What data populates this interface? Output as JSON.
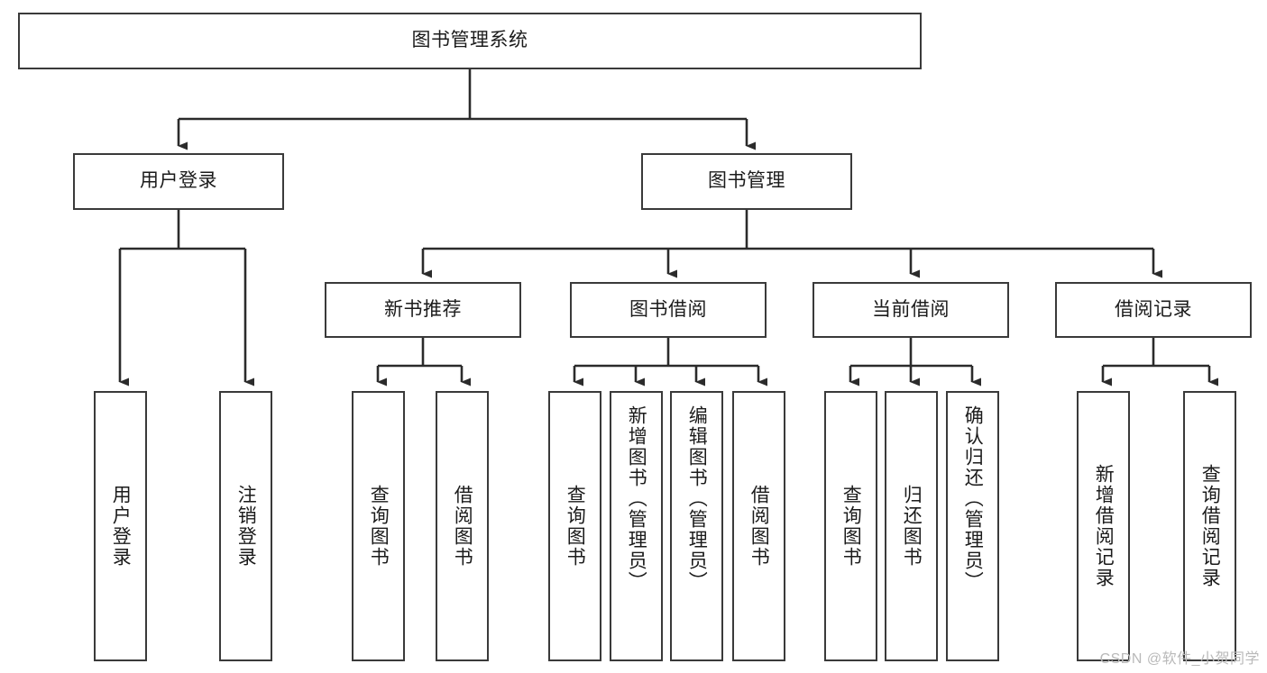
{
  "diagram": {
    "title": "图书管理系统",
    "type": "tree-hierarchy",
    "watermark": "CSDN @软件_小贺同学",
    "colors": {
      "box_border": "#3a3a3a",
      "box_fill": "#ffffff",
      "text": "#1b1b1b",
      "edge": "#2b2b2b",
      "watermark": "#b9b9b9"
    },
    "nodes": {
      "root": {
        "label": "图书管理系统"
      },
      "level2": [
        {
          "id": "user-login",
          "label": "用户登录"
        },
        {
          "id": "book-manage",
          "label": "图书管理"
        }
      ],
      "level3": [
        {
          "id": "new-book-recommend",
          "label": "新书推荐"
        },
        {
          "id": "book-borrow",
          "label": "图书借阅"
        },
        {
          "id": "current-borrow",
          "label": "当前借阅"
        },
        {
          "id": "borrow-record",
          "label": "借阅记录"
        }
      ],
      "leaves": {
        "user_login": [
          {
            "id": "leaf-user-login",
            "label": "用户登录"
          },
          {
            "id": "leaf-logout-login",
            "label": "注销登录"
          }
        ],
        "new_book_recommend": [
          {
            "id": "leaf-query-book-1",
            "label": "查询图书"
          },
          {
            "id": "leaf-borrow-book-1",
            "label": "借阅图书"
          }
        ],
        "book_borrow": [
          {
            "id": "leaf-query-book-2",
            "label": "查询图书"
          },
          {
            "id": "leaf-add-book",
            "label": "新增图书（管理员）"
          },
          {
            "id": "leaf-edit-book",
            "label": "编辑图书（管理员）"
          },
          {
            "id": "leaf-borrow-book-2",
            "label": "借阅图书"
          }
        ],
        "current_borrow": [
          {
            "id": "leaf-query-book-3",
            "label": "查询图书"
          },
          {
            "id": "leaf-return-book",
            "label": "归还图书"
          },
          {
            "id": "leaf-confirm-return",
            "label": "确认归还（管理员）"
          }
        ],
        "borrow_record": [
          {
            "id": "leaf-add-borrow-record",
            "label": "新增借阅记录"
          },
          {
            "id": "leaf-query-borrow-record",
            "label": "查询借阅记录"
          }
        ]
      }
    }
  }
}
